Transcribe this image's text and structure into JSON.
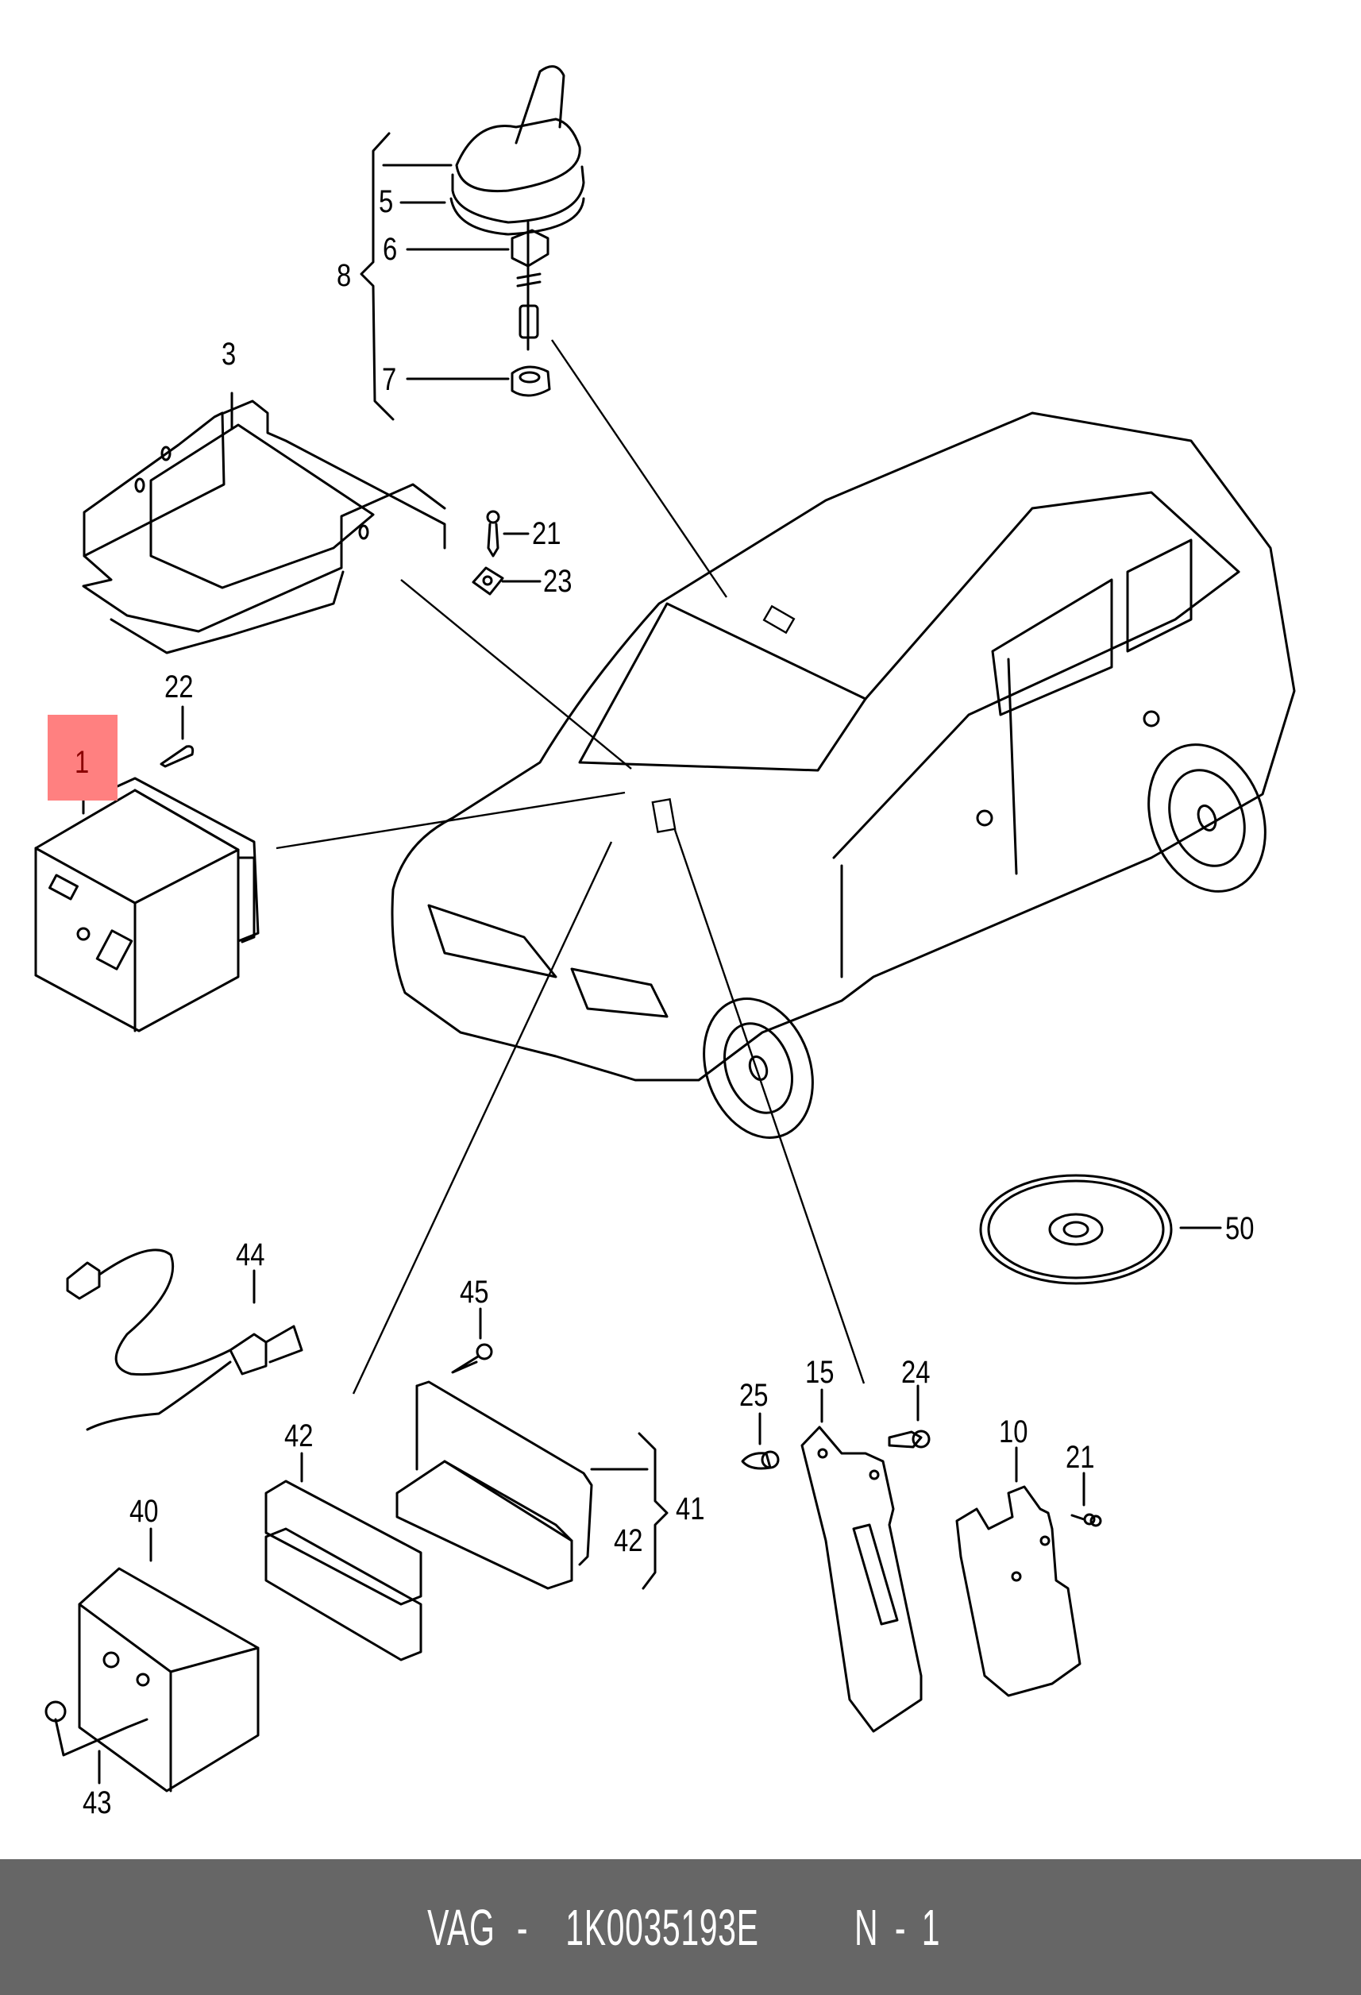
{
  "diagram": {
    "type": "exploded-parts-diagram",
    "subject": "vehicle navigation / radio system components",
    "highlighted_part": "1",
    "highlight_color": "#ff8080",
    "callouts": {
      "c1": "1",
      "c3": "3",
      "c5": "5",
      "c6": "6",
      "c7": "7",
      "c8": "8",
      "c10": "10",
      "c15": "15",
      "c21a": "21",
      "c21b": "21",
      "c22": "22",
      "c23": "23",
      "c24": "24",
      "c25": "25",
      "c40": "40",
      "c41": "41",
      "c42a": "42",
      "c42b": "42",
      "c43": "43",
      "c44": "44",
      "c45": "45",
      "c50": "50"
    }
  },
  "footer": {
    "brand": "VAG",
    "separator": "-",
    "part_number": "1K0035193E",
    "position_label": "N",
    "position_value": "1"
  }
}
